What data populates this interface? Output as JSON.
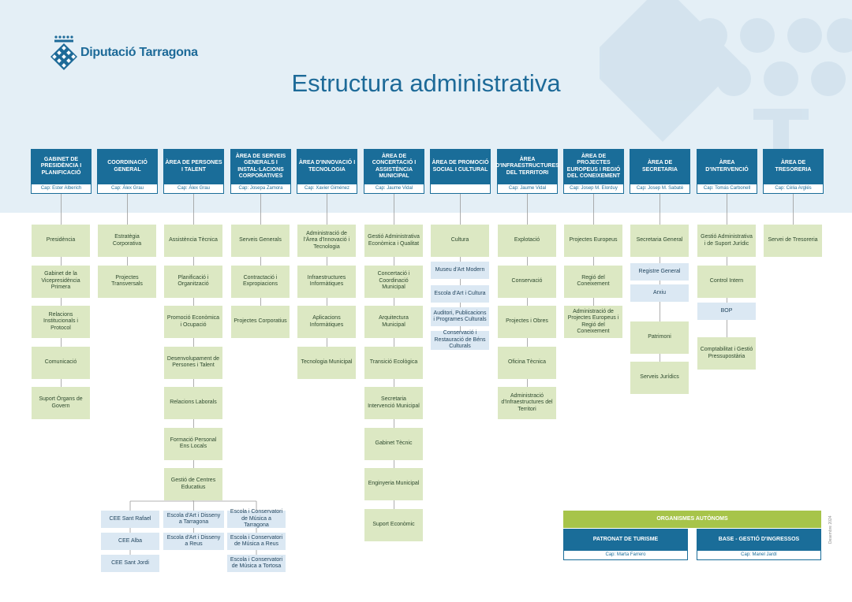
{
  "brand": {
    "name": "Diputació Tarragona"
  },
  "title": "Estructura administrativa",
  "colors": {
    "header": "#1a6d99",
    "green": "#dce8c3",
    "lightblue": "#dbe8f3",
    "accent": "#a7c44a",
    "band": "#e4eff6"
  },
  "areas": [
    {
      "title": "Gabinet de Presidència i Planificació",
      "cap": "Cap: Ester Alberich",
      "items": [
        "Presidència",
        "Gabinet de la Vicepresidència Primera",
        "Relacions Institucionals i Protocol",
        "Comunicació",
        "Suport Òrgans de Govern"
      ]
    },
    {
      "title": "Coordinació General",
      "cap": "Cap: Àlex Grau",
      "items": [
        "Estratègia Corporativa",
        "Projectes Transversals"
      ]
    },
    {
      "title": "Àrea de Persones i Talent",
      "cap": "Cap: Àlex Grau",
      "items": [
        "Assistència Tècnica",
        "Planificació i Organització",
        "Promoció Econòmica i Ocupació",
        "Desenvolupament de Persones i Talent",
        "Relacions Laborals",
        "Formació Personal Ens Locals",
        "Gestió de Centres Educatius"
      ]
    },
    {
      "title": "Àrea de Serveis Generals i Instal·lacions Corporatives",
      "cap": "Cap: Josepa Zamora",
      "items": [
        "Serveis Generals",
        "Contractació i Expropiacions",
        "Projectes Corporatius"
      ]
    },
    {
      "title": "Àrea d'Innovació i Tecnologia",
      "cap": "Cap: Xavier Giménez",
      "items": [
        "Administració de l'Àrea d'Innovació i Tecnologia",
        "Infraestructures Informàtiques",
        "Aplicacions Informàtiques",
        "Tecnologia Municipal"
      ]
    },
    {
      "title": "Àrea de Concertació i Assistència Municipal",
      "cap": "Cap: Jaume Vidal",
      "items": [
        "Gestió Administrativa Econòmica i Qualitat",
        "Concertació i Coordinació Municipal",
        "Arquitectura Municipal",
        "Transició Ecològica",
        "Secretaria Intervenció Municipal",
        "Gabinet Tècnic",
        "Enginyeria Municipal",
        "Suport Econòmic"
      ]
    },
    {
      "title": "Àrea de Promoció Social i Cultural",
      "cap": "",
      "items": [
        "Cultura"
      ],
      "subs": [
        "Museu d'Art Modern",
        "Escola d'Art i Cultura",
        "Auditori, Publicacions i Programes Culturals",
        "Conservació i Restauració de Béns Culturals"
      ]
    },
    {
      "title": "Àrea d'Infraestructures del Territori",
      "cap": "Cap: Jaume Vidal",
      "items": [
        "Explotació",
        "Conservació",
        "Projectes i Obres",
        "Oficina Tècnica",
        "Administració d'Infraestructures del Territori"
      ]
    },
    {
      "title": "Àrea de Projectes Europeus i Regió del Coneixement",
      "cap": "Cap: Josep M. Elorduy",
      "items": [
        "Projectes Europeus",
        "Regió del Coneixement",
        "Administració de Projectes Europeus i Regió del Coneixement"
      ]
    },
    {
      "title": "Àrea de Secretaria",
      "cap": "Cap: Josep M. Sabaté",
      "items": [
        "Secretaria General",
        "Patrimoni",
        "Serveis Jurídics"
      ],
      "subs": [
        "Registre General",
        "Arxiu"
      ]
    },
    {
      "title": "Àrea d'Intervenció",
      "cap": "Cap: Tomás Carbonell",
      "items": [
        "Gestió Administrativa i de Suport Jurídic",
        "Control Intern",
        "Comptabilitat i Gestió Pressupostària"
      ],
      "subs": [
        "BOP"
      ]
    },
    {
      "title": "Àrea de Tresoreria",
      "cap": "Cap: Cèlia Arglés",
      "items": [
        "Servei de Tresoreria"
      ]
    }
  ],
  "centres": {
    "col1": [
      "CEE Sant Rafael",
      "CEE Alba",
      "CEE Sant Jordi"
    ],
    "col2": [
      "Escola d'Art i Disseny a Tarragona",
      "Escola d'Art i Disseny a Reus"
    ],
    "col3": [
      "Escola i Conservatori de Música a Tarragona",
      "Escola i Conservatori de Música a Reus",
      "Escola i Conservatori de Música a Tortosa"
    ]
  },
  "organismes": {
    "title": "Organismes Autònoms",
    "items": [
      {
        "name": "Patronat de Turisme",
        "cap": "Cap: Marta Farrero"
      },
      {
        "name": "BASE - Gestió d'Ingressos",
        "cap": "Cap: Manel Jardí"
      }
    ]
  },
  "date": "Desembre 2024"
}
